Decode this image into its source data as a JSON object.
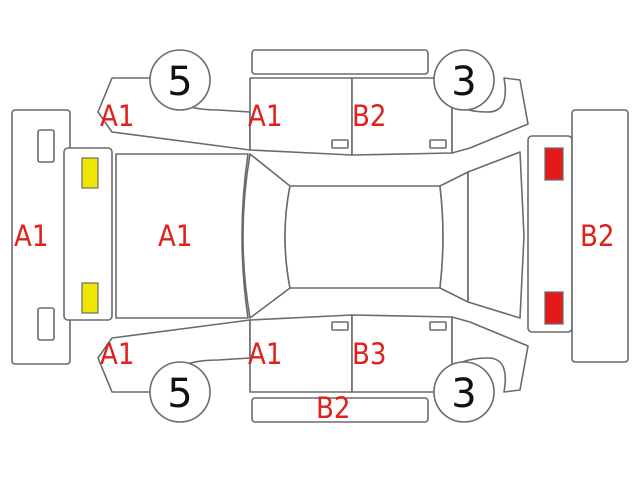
{
  "colors": {
    "outline": "#6b6b6b",
    "label": "#e0201c",
    "front_lamp": "#f1e600",
    "rear_lamp": "#e21a1a",
    "tire_number": "#111111"
  },
  "tires": {
    "front_left": "5",
    "rear_left": "3",
    "front_right": "5",
    "rear_right": "3"
  },
  "labels": {
    "front_fender_top": "A1",
    "front_door_top": "A1",
    "rear_door_top": "B2",
    "front_bumper": "A1",
    "hood": "A1",
    "rear_bumper": "B2",
    "front_fender_bottom": "A1",
    "front_door_bottom": "A1",
    "rear_door_bottom": "B3",
    "side_sill_bottom": "B2"
  }
}
